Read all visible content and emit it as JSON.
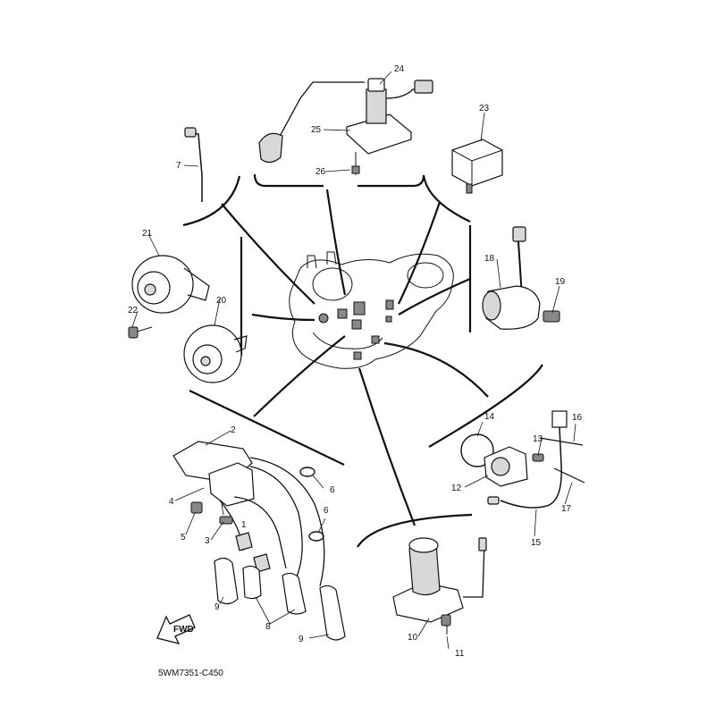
{
  "diagram": {
    "drawing_code": "5WM7351-C450",
    "fwd_label": "FWD",
    "callouts": [
      {
        "id": "c1",
        "label": "1"
      },
      {
        "id": "c2",
        "label": "2"
      },
      {
        "id": "c3",
        "label": "3"
      },
      {
        "id": "c4",
        "label": "4"
      },
      {
        "id": "c5",
        "label": "5"
      },
      {
        "id": "c6a",
        "label": "6"
      },
      {
        "id": "c6b",
        "label": "6"
      },
      {
        "id": "c7",
        "label": "7"
      },
      {
        "id": "c8",
        "label": "8"
      },
      {
        "id": "c9a",
        "label": "9"
      },
      {
        "id": "c9b",
        "label": "9"
      },
      {
        "id": "c10",
        "label": "10"
      },
      {
        "id": "c11",
        "label": "11"
      },
      {
        "id": "c12",
        "label": "12"
      },
      {
        "id": "c13",
        "label": "13"
      },
      {
        "id": "c14",
        "label": "14"
      },
      {
        "id": "c15",
        "label": "15"
      },
      {
        "id": "c16",
        "label": "16"
      },
      {
        "id": "c17",
        "label": "17"
      },
      {
        "id": "c18",
        "label": "18"
      },
      {
        "id": "c19",
        "label": "19"
      },
      {
        "id": "c20",
        "label": "20"
      },
      {
        "id": "c21",
        "label": "21"
      },
      {
        "id": "c22",
        "label": "22"
      },
      {
        "id": "c23",
        "label": "23"
      },
      {
        "id": "c24",
        "label": "24"
      },
      {
        "id": "c25",
        "label": "25"
      },
      {
        "id": "c26",
        "label": "26"
      }
    ]
  }
}
